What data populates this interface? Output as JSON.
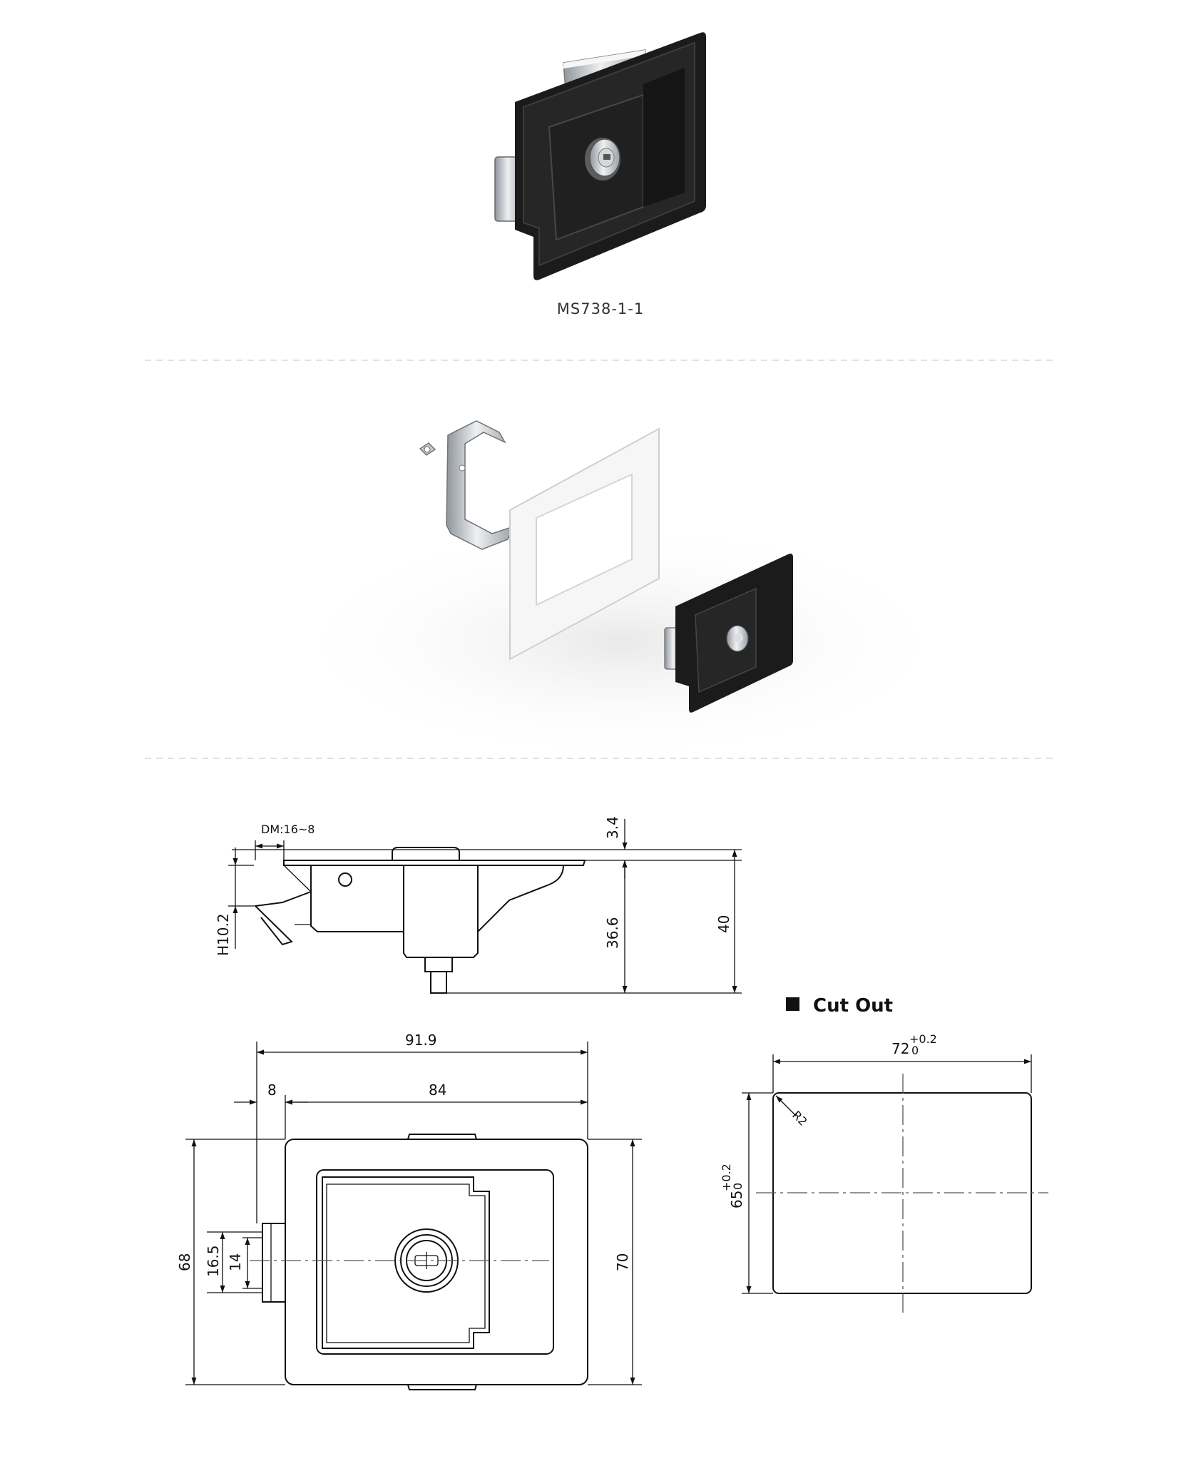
{
  "product": {
    "model": "MS738-1-1"
  },
  "side_view": {
    "dm_label": "DM:16~8",
    "dims": {
      "top_gap": "3.4",
      "body_depth": "36.6",
      "total_height": "40",
      "latch_height": "H10.2"
    }
  },
  "front_view": {
    "dims": {
      "overall_width": "91.9",
      "flange_offset": "8",
      "body_width": "84",
      "height_68": "68",
      "latch_16_5": "16.5",
      "latch_14": "14",
      "height_70": "70"
    }
  },
  "cut_out": {
    "title": "Cut Out",
    "width": "72",
    "width_tol_upper": "+0.2",
    "width_tol_lower": "0",
    "height": "65",
    "height_tol_upper": "+0.2",
    "height_tol_lower": "0",
    "corner_radius": "R2"
  },
  "colors": {
    "latch_body": "#1b1b1b",
    "zinc": "#c9ccd0",
    "gasket": "#f2f2f2"
  }
}
